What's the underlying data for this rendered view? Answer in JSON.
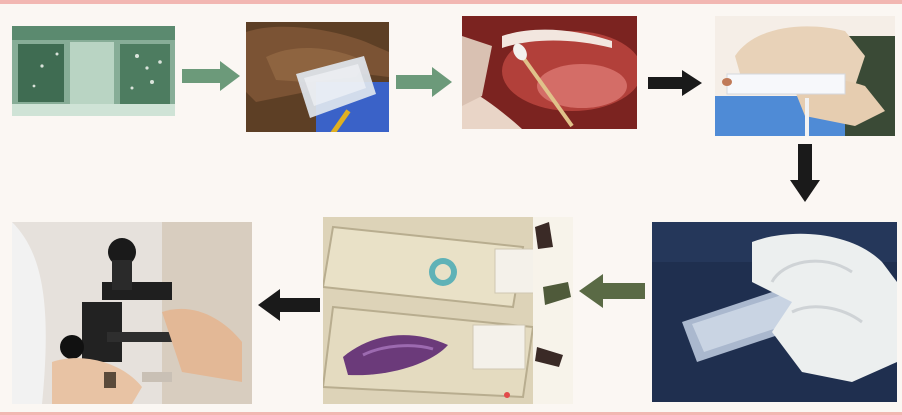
{
  "figure": {
    "steps": [
      {
        "id": "step-1",
        "subject": "green-scene-photo"
      },
      {
        "id": "step-2",
        "subject": "hand-holding-slide-photo"
      },
      {
        "id": "step-3",
        "subject": "mouth-swab-photo"
      },
      {
        "id": "step-4",
        "subject": "gloved-hands-with-slide-photo"
      },
      {
        "id": "step-5",
        "subject": "gloved-hand-holding-slide-on-blue-photo"
      },
      {
        "id": "step-6",
        "subject": "stained-slides-in-mailers-photo"
      },
      {
        "id": "step-7",
        "subject": "microscope-examination-photo"
      }
    ],
    "arrows": [
      {
        "from": "step-1",
        "to": "step-2",
        "color": "#6c9a7a",
        "direction": "right"
      },
      {
        "from": "step-2",
        "to": "step-3",
        "color": "#6c9a7a",
        "direction": "right"
      },
      {
        "from": "step-3",
        "to": "step-4",
        "color": "#1a1a1a",
        "direction": "right"
      },
      {
        "from": "step-4",
        "to": "step-5",
        "color": "#1a1a1a",
        "direction": "down"
      },
      {
        "from": "step-5",
        "to": "step-6",
        "color": "#5a6a45",
        "direction": "left"
      },
      {
        "from": "step-6",
        "to": "step-7",
        "color": "#1a1a1a",
        "direction": "left"
      }
    ],
    "colors": {
      "border": "#f2b7b2",
      "background": "#fbf7f3",
      "green_arrow": "#6c9a7a",
      "dark_arrow": "#1a1a1a",
      "olive_arrow": "#5a6a45"
    }
  }
}
